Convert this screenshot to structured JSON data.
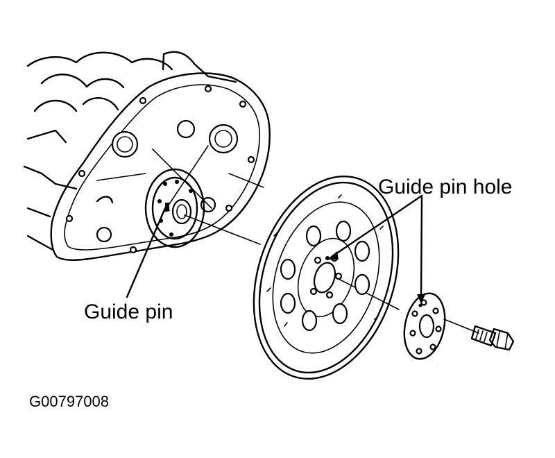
{
  "labels": {
    "guide_pin": "Guide pin",
    "guide_pin_hole": "Guide pin hole",
    "figure_id": "G00797008"
  },
  "colors": {
    "line": "#000000",
    "background": "#ffffff"
  }
}
